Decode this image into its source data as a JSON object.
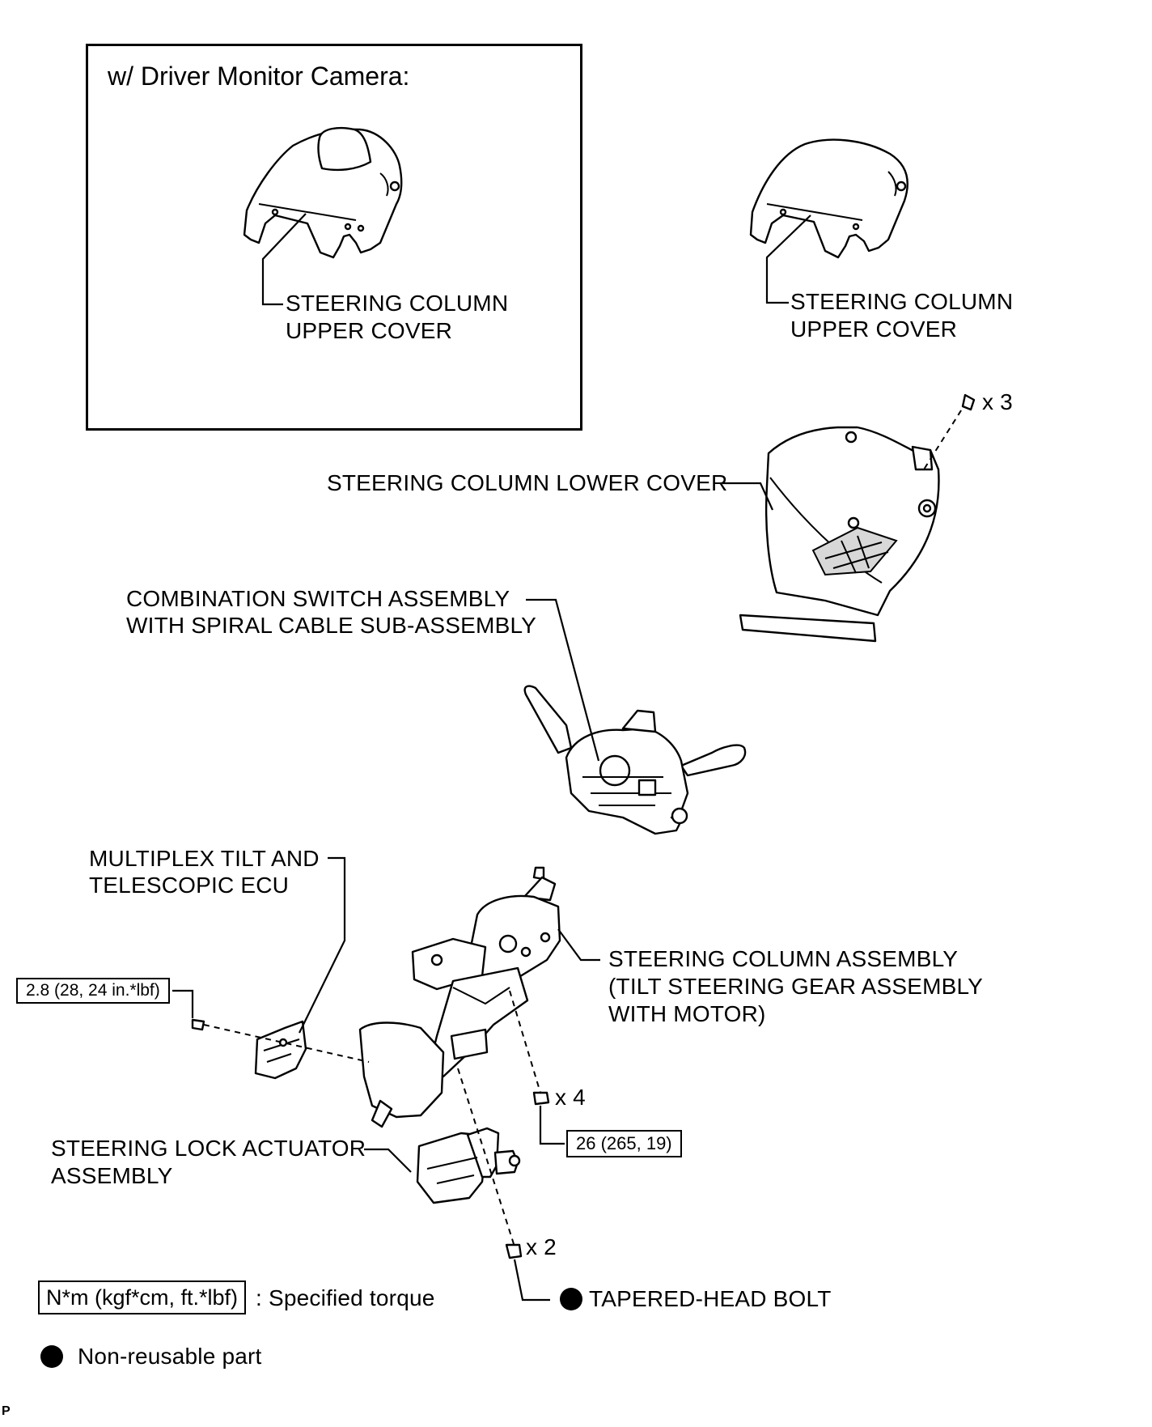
{
  "inset": {
    "title": "w/ Driver Monitor Camera:"
  },
  "labels": {
    "upper_cover_inset_1": "STEERING COLUMN",
    "upper_cover_inset_2": "UPPER COVER",
    "upper_cover_1": "STEERING COLUMN",
    "upper_cover_2": "UPPER COVER",
    "lower_cover": "STEERING COLUMN LOWER COVER",
    "combination_switch_1": "COMBINATION SWITCH ASSEMBLY",
    "combination_switch_2": "WITH SPIRAL CABLE SUB-ASSEMBLY",
    "ecu_1": "MULTIPLEX TILT AND",
    "ecu_2": "TELESCOPIC ECU",
    "column_1": "STEERING COLUMN ASSEMBLY",
    "column_2": "(TILT STEERING GEAR ASSEMBLY",
    "column_3": "WITH MOTOR)",
    "lock_actuator_1": "STEERING LOCK ACTUATOR",
    "lock_actuator_2": "ASSEMBLY",
    "tapered_bolt": "TAPERED-HEAD BOLT"
  },
  "quantities": {
    "screws_lower_cover": "x 3",
    "nuts_column": "x 4",
    "bolts_lock": "x 2"
  },
  "torques": {
    "ecu_screw": "2.8 (28, 24 in.*lbf)",
    "column_nut": "26 (265, 19)"
  },
  "legend": {
    "torque_box": "N*m (kgf*cm, ft.*lbf)",
    "torque_text": ": Specified torque",
    "nonreusable_text": "Non-reusable part"
  },
  "corner_code": "P"
}
